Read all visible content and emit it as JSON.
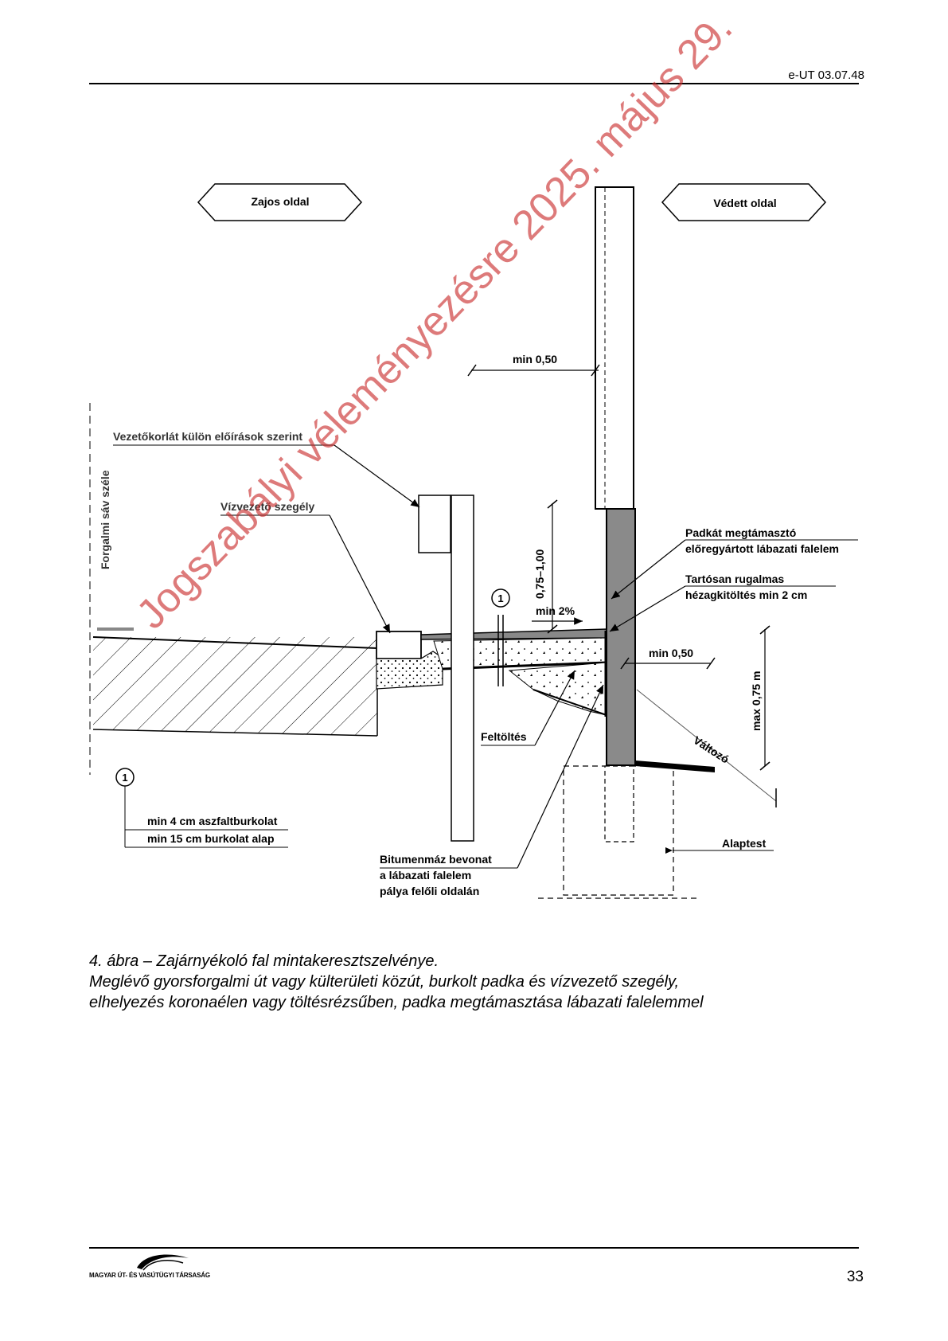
{
  "header": {
    "doc_code": "e-UT 03.07.48"
  },
  "figure": {
    "side_left": "Zajos oldal",
    "side_right": "Védett oldal",
    "traffic_lane_edge": "Forgalmi sáv széle",
    "guardrail_note": "Vezetőkorlát külön előírások szerint",
    "water_curb": "Vízvezető szegély",
    "dim_min_050_top": "min 0,50",
    "dim_075_100": "0,75–1,00",
    "slope_min_2": "min 2%",
    "marker_1": "1",
    "shoulder_support_1": "Padkát megtámasztó",
    "shoulder_support_2": "előregyártott lábazati falelem",
    "joint_fill_1": "Tartósan rugalmas",
    "joint_fill_2": "hézagkitöltés min 2 cm",
    "dim_min_050_mid": "min 0,50",
    "dim_max_075": "max 0,75 m",
    "variable": "Változó",
    "fill": "Feltöltés",
    "layer_1": "min 4 cm aszfaltburkolat",
    "layer_2": "min 15 cm burkolat alap",
    "foundation": "Alaptest",
    "bitumen_1": "Bitumenmáz bevonat",
    "bitumen_2": "a lábazati falelem",
    "bitumen_3": "pálya felőli oldalán"
  },
  "caption": {
    "line1": "4. ábra – Zajárnyékoló fal mintakeresztszelvénye.",
    "line2": "Meglévő gyorsforgalmi út vagy külterületi közút, burkolt padka és vízvezető szegély,",
    "line3": "elhelyezés koronaélen vagy töltésrézsűben, padka megtámasztása lábazati falelemmel"
  },
  "footer": {
    "logo_text": "MAGYAR ÚT- ÉS VASÚTÜGYI TÁRSASÁG",
    "page_number": "33"
  },
  "watermark": "Jogszabályi véleményezésre 2025. május 29."
}
